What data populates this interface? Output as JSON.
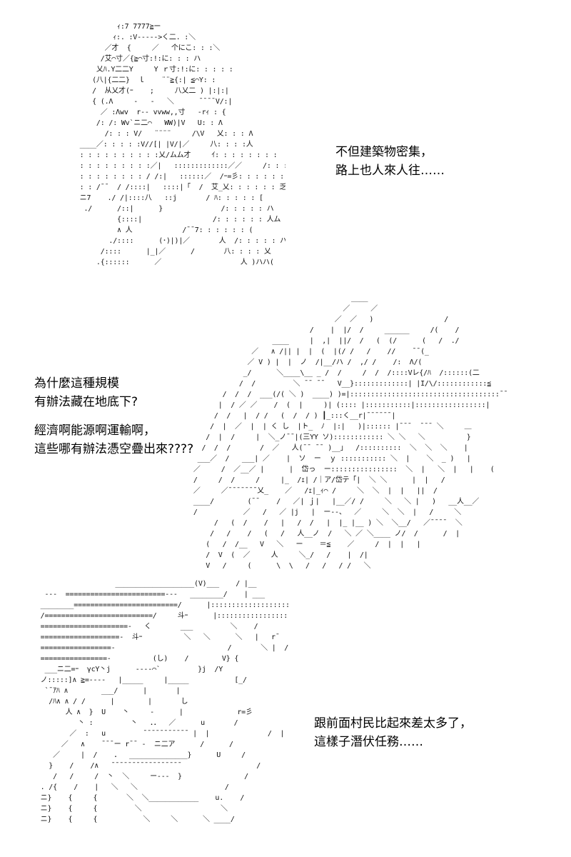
{
  "panels": [
    {
      "art": "           ｨ:7 7777≧ー\n          ｨ:. :V----->く二. :＼\n        ／才  {     ／   个にこ: : :＼\n       /艾⌒寸／{≧⌒寸:!:に: : : ハ\n      乂ﾊ.Y二二Y     Y ｒ寸:!:に: : : : :\n     (八|{二二}  ｌ    ¨¨≧{:| ≦⌒Y: :\n     /  从乂才(ｰ    ;     八乂二 ) |:|:|\n     { (.Λ     -   -   ＼      ¯¯¯¯V/:|\n       ／ :Λwv  r-- vvww,,寸   -rｨ : {\n      /: /: Wv`ニ二⌒   WW)|V   U: : Λ\n        /: : : V/   ¨¨¨¨     /\\V   乂: : : Λ\n  ____／: : : : :V//[| |V/|／     八: : : :人\n  : : : : : : : : : :乂/ムム才     ｲ: : : : : : : :\n  : : : : : : : : :／|   :::::::::::::／／     /: : : : : : : :\n  : : : : : : : : / /:|   ::::::／  /ｰ=彡: : : : : : : :\n  : : /¯¯  / /::::|   ::::|「  /  艾_乂: : : : : : 乏\n  ニ7    ./ /|::::八   ::j       / ﾊ: : : : : [\n   ./      /::|      }              /: : : : : ハ\n           {::::|                 /: : : : : : 人ム\n           ∧ 人            /¯¯7: : : : : : (\n         ./::::      (･)|)|／       人  /: : : : : ハ\n       /::::      |_|／      /       八: : : : 乂\n      .{::::::      ／                   人 )ハハ(",
      "lines": [
        "不但建築物密集，",
        "路上也人來人往……"
      ]
    },
    {
      "art": "                                       ____\n                                     ／     ／\n                                   ／  ／   )                 /\n                             /    |  |/  /     ______     /(    /\n                    ____     |  ,|  ||/  /   (  (/      (   /  ./\n               ／   ∧ /|| |  |  (  |(/ /   /    //    ¯¯(_\n              ／ V ) |  |  ノ  /|__/ハ /  ,/ /    /:  Λ/(\n             _/      ＼____\\__ _ /  /     /  /  /::::Vレ{/ﾊ  /::::::(二\n            /  /         ＼ ¯¯ ¯¯   V__}:::::::::::::| |I/\\/::::::::::::≦\n        /  /  /  ___(/( ＼ )  ____) )=|::::::::::::::::::::::::::::::::::::¯¯\n       |  / ／ ／    /  (  |     )| (:::: |:::::::::::|:::::::::::::::::|\n      /  /   |  / /   (  /  / ) ┃_:::く__r|¯¯¯¯¯¯|\n     /  |  ／  |  | く し  |ト_  ﾉ  |:|   )|:::::: |¯¯¯  ¯¯¯ ＼     ＿\n    /  |  /     |  ＼_ノ¯¯|(三YY ソ):::::::::::: ＼ ＼   ＼          }\n   /  /  /       /  ／   人(¯¯ ¯¯ )__」  /::::::::::  ＼  ＼  ＼    |\n  ___／  /   ___| ／    |  ソ  ー  ｙ ::::::::::: ＼  |    ＼  _ )   |\n ／     /  ／__／ |      |  岱っ  ー::::::::::::::::  ＼  |   ＼  |   |    ( \n /     /  /     /     |_  /ｪ| /｜ア/岱テ「|  ＼ ＼      |  |   /\n ／     ／¯¯¯¯¯¯¯乂_    ／   /ｪ|_ｨ⌒ /     ＼  ＼  |  |   ||  /\n ____/        (¯¯    /   ／| ｊ|   |__／/ /     ＼   ＼ |   )   __人__／\n /           ／   /   ／ |j   |  ー--、  ／     ＼  ＼  |   /     ＼\n      /   (  /    /   |   /  /   |  |_ |__ ) ＼  ＼__/   ／¯¯¯¯  ＼\n     /   /    /   (   /   人__ノ  /   ＼ ／ ＼____ ノ/  /      /  |\n    (   /  /__   V   ＼   ー    ＝≦    ／     /  |  |   |\n    /  V  (  ／     人     ＼_/   /    |  /|     \n    V   /     (      \\  \\   /   /   / /   ＼",
      "lines": [
        "為什麼這種規模",
        "有辦法藏在地底下?",
        "",
        "經濟啊能源啊運輸啊，",
        "這些哪有辦法憑空疊出來????"
      ]
    },
    {
      "art": "                    ___________________(V)___    / |__\n   ---  ========================---   ________/    | ___\n  ________=========================/      |:::::::::::::::::::::::\n  /==========================/     斗ｰ      |:::::::::::::::::::::::::\n  =====================-   く       ___         ＼    / \n  ===================-  斗ｰ          ＼   ＼      ＼   |   r¯\n  =================-                           /       ＼ |  /\n  ================-          (し)    /        V} {\n   ___ニ二=ｰ  γcY丶j      ----⌒`         }j  /Y\n  ノ:::::]∧ ≧=----   |_____     |_____           [_/\n   `¯ｱﾊ ∧        ___/      |       |\n    /ﾊ∧ ∧ / /      |        |       し\n        人 ∧  }  U    丶     -      |             r=彡\n           丶 :         丶   ．．  ／      u       /\n         ／  :   u         ¯¯¯¯¯¯¯¯¯¯¯ |  |              /  |\n       ／   ∧    ¯¯¯ー r¯¯ -  ニ二ア      /      /\n     ／     |  /    ．  ______________}      U     /\n    }    /    /∧   ¯¯¯¯¯¯¯¯¯¯¯¯¯¯¯¯¯                  /\n     /   /     /  丶  ＼     ー---  }               /\n  . /{    /    |   ＼   ＼                     /\n  ニ}    {     {       ＼  ＼____________    u.    /\n  ニ}    {     {         ＼                   ＼\n  ニ}    {     {           ＼     ＼      ＼ ____/",
      "lines": [
        "跟前面村民比起來差太多了，",
        "這樣子潛伏任務……"
      ]
    }
  ]
}
